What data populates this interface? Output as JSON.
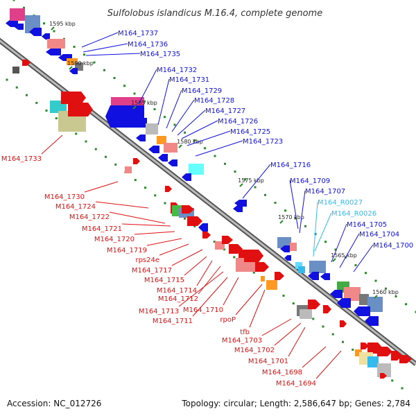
{
  "title": "Sulfolobus islandicus M.16.4, complete genome",
  "footer": {
    "accession": "Accession: NC_012726",
    "topology": "Topology: circular; Length: 2,586,647 bp; Genes: 2,784"
  },
  "colors": {
    "forward_gene": "#e01010",
    "reverse_gene": "#1010e0",
    "rna_label": "#33bbee",
    "backbone": "#999999",
    "tick": "#2a8a2a"
  },
  "ticks": [
    "1595 kbp",
    "1590 kbp",
    "1585 kbp",
    "1580 kbp",
    "1575 kbp",
    "1570 kbp",
    "1565 kbp",
    "1560 kbp"
  ],
  "labels_top": [
    "M164_1737",
    "M164_1736",
    "M164_1735",
    "M164_1732",
    "M164_1731",
    "M164_1729",
    "M164_1728",
    "M164_1727",
    "M164_1726",
    "M164_1725",
    "M164_1723",
    "M164_1716",
    "M164_1709",
    "M164_1707",
    "M164_R0027",
    "M164_R0026",
    "M164_1705",
    "M164_1704",
    "M164_1700"
  ],
  "labels_bottom": [
    "M164_1733",
    "M164_1730",
    "M164_1724",
    "M164_1722",
    "M164_1721",
    "M164_1720",
    "M164_1719",
    "rps24e",
    "M164_1717",
    "M164_1715",
    "M164_1714",
    "M164_1712",
    "M164_1713",
    "M164_1710",
    "M164_1711",
    "rpoP",
    "tfb",
    "M164_1703",
    "M164_1702",
    "M164_1701",
    "M164_1698",
    "M164_1694"
  ]
}
